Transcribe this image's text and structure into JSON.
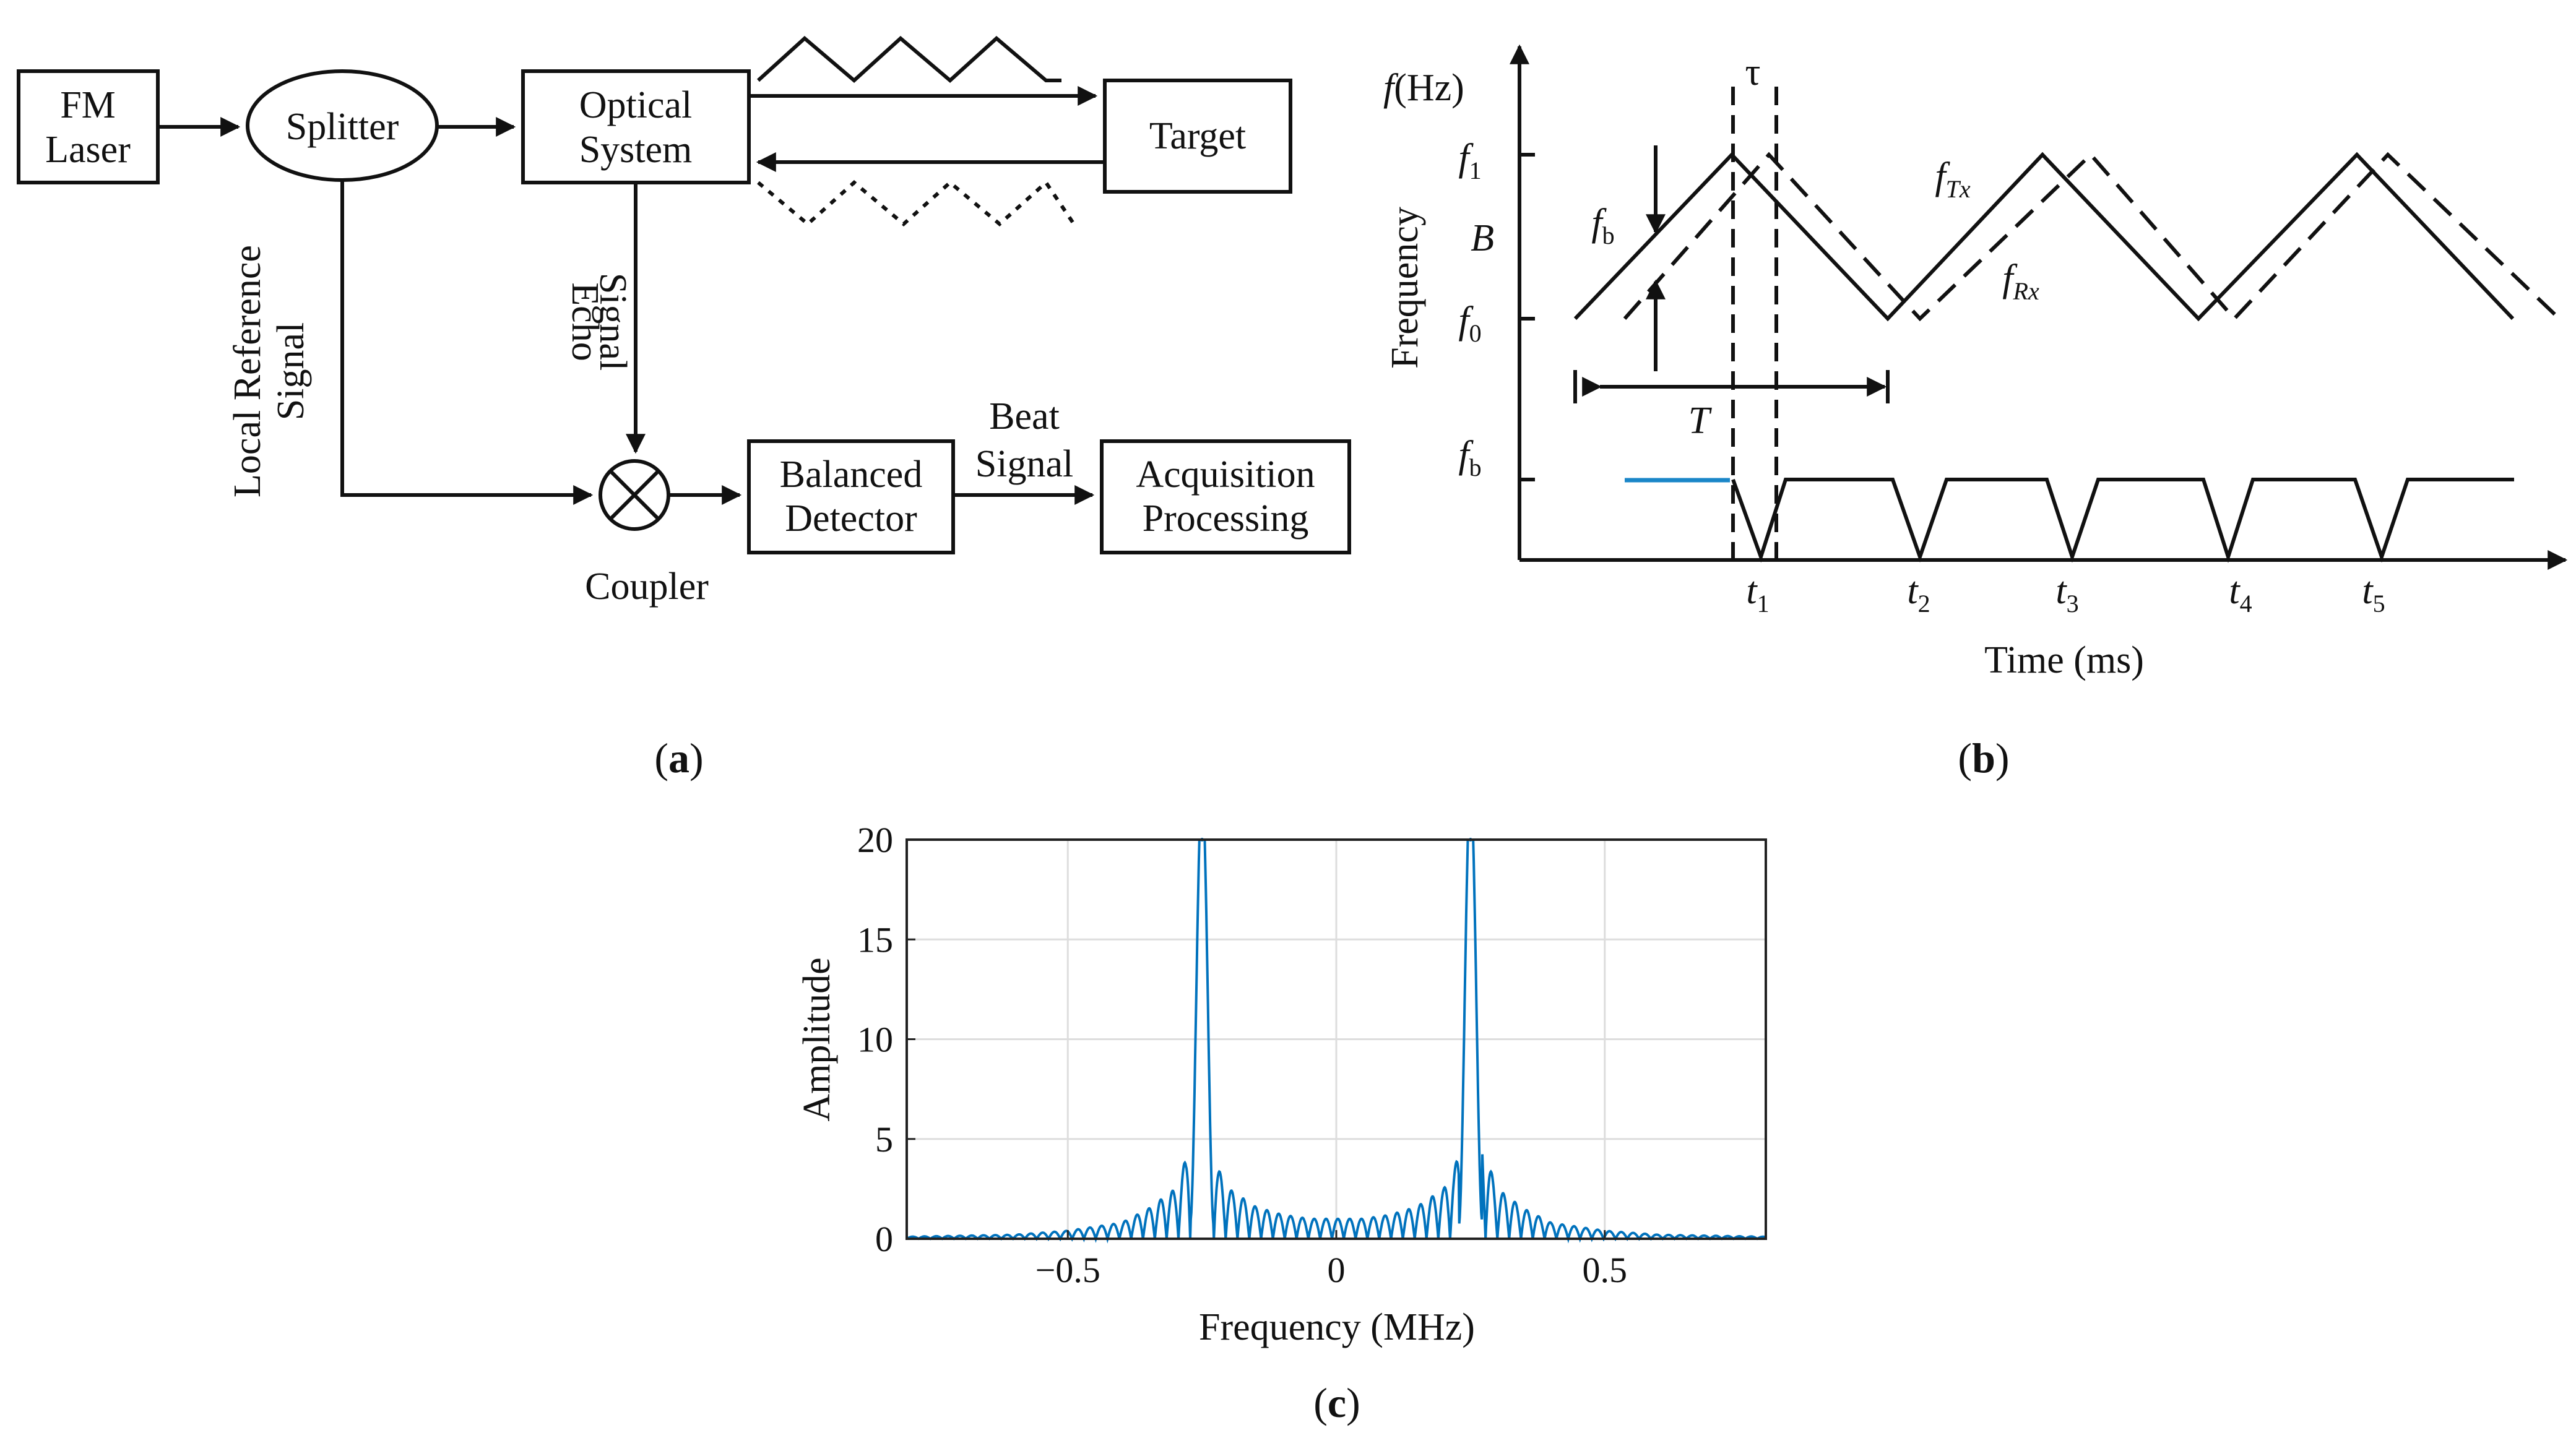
{
  "panel_a": {
    "caption": "a",
    "blocks": {
      "fm_laser": [
        "FM",
        "Laser"
      ],
      "splitter": "Splitter",
      "optical_system": [
        "Optical",
        "System"
      ],
      "target": "Target",
      "balanced_detector": [
        "Balanced",
        "Detector"
      ],
      "acquisition": [
        "Acquisition",
        "Processing"
      ]
    },
    "labels": {
      "local_reference": [
        "Local Reference",
        "Signal"
      ],
      "echo": [
        "Echo",
        "Signal"
      ],
      "beat": [
        "Beat",
        "Signal"
      ],
      "coupler": "Coupler"
    }
  },
  "panel_b": {
    "caption": "b",
    "y_axis_label": "Frequency",
    "y_unit": "(Hz)",
    "y_symbol": "f",
    "x_axis_label": "Time (ms)",
    "tau": "τ",
    "f1": {
      "base": "f",
      "sub": "1"
    },
    "f0": {
      "base": "f",
      "sub": "0"
    },
    "fb_level": {
      "base": "f",
      "sub": "b"
    },
    "fb_arrow": {
      "base": "f",
      "sub": "b"
    },
    "B": "B",
    "T": "T",
    "fTx": {
      "base": "f",
      "sub": "Tx"
    },
    "fRx": {
      "base": "f",
      "sub": "Rx"
    },
    "times": [
      {
        "base": "t",
        "sub": "1"
      },
      {
        "base": "t",
        "sub": "2"
      },
      {
        "base": "t",
        "sub": "3"
      },
      {
        "base": "t",
        "sub": "4"
      },
      {
        "base": "t",
        "sub": "5"
      }
    ],
    "colors": {
      "transmit": "#111111",
      "receive": "#111111",
      "beat_accent": "#1a86c8"
    }
  },
  "panel_c": {
    "caption": "c",
    "chart_data": {
      "type": "line",
      "title": "",
      "xlabel": "Frequency (MHz)",
      "ylabel": "Amplitude",
      "xlim": [
        -0.8,
        0.8
      ],
      "ylim": [
        0,
        20
      ],
      "xticks": [
        -0.5,
        0,
        0.5
      ],
      "xtick_labels": [
        "−0.5",
        "0",
        "0.5"
      ],
      "yticks": [
        0,
        5,
        10,
        15,
        20
      ],
      "ytick_labels": [
        "0",
        "5",
        "10",
        "15",
        "20"
      ],
      "grid": true,
      "series": [
        {
          "color": "#0072bd",
          "peaks": [
            {
              "x": -0.25,
              "y": 20
            },
            {
              "x": 0.25,
              "y": 20
            }
          ],
          "x": [
            -0.8,
            -0.6,
            -0.5,
            -0.4,
            -0.35,
            -0.3,
            -0.28,
            -0.27,
            -0.25,
            -0.23,
            -0.22,
            -0.2,
            -0.15,
            -0.1,
            -0.05,
            0,
            0.05,
            0.1,
            0.15,
            0.2,
            0.22,
            0.23,
            0.25,
            0.27,
            0.28,
            0.3,
            0.35,
            0.4,
            0.5,
            0.6,
            0.8
          ],
          "y": [
            0.1,
            0.2,
            0.4,
            0.8,
            1.5,
            2.5,
            4.0,
            6.0,
            20,
            4.5,
            3.5,
            2.5,
            1.6,
            1.2,
            1.0,
            1.0,
            1.0,
            1.2,
            1.6,
            2.5,
            3.5,
            4.5,
            20,
            6.0,
            4.0,
            2.5,
            1.5,
            0.8,
            0.4,
            0.2,
            0.1
          ]
        }
      ]
    }
  }
}
